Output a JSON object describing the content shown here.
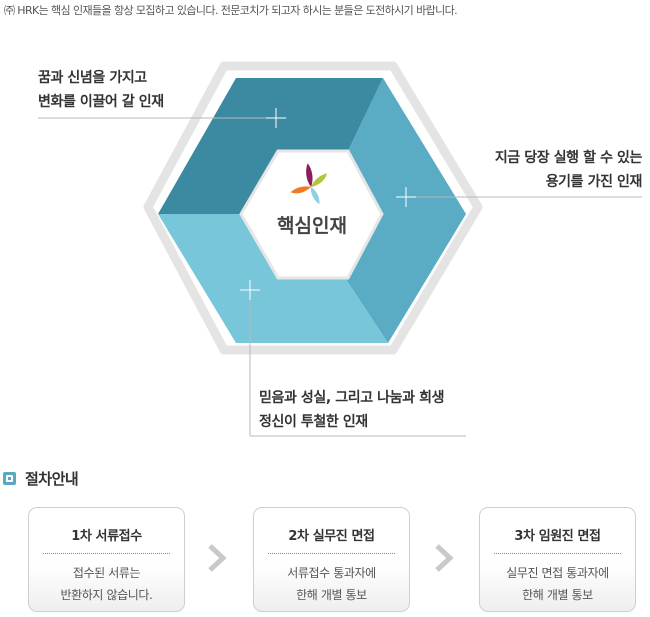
{
  "intro_text": "㈜ HRK는 핵심 인재들을 항상 모집하고 있습니다. 전문코치가 되고자 하시는 분들은 도전하시기 바랍니다.",
  "diagram": {
    "center_label": "핵심인재",
    "callouts": [
      {
        "line1": "꿈과 신념을 가지고",
        "line2": "변화를 이끌어 갈 인재"
      },
      {
        "line1": "지금 당장 실행 할 수 있는",
        "line2": "용기를 가진 인재"
      },
      {
        "line1": "믿음과 성실, 그리고 나눔과 희생",
        "line2": "정신이 투철한 인재"
      }
    ],
    "colors": {
      "top_left_segment": "#3b8aa2",
      "right_segment": "#5aacc5",
      "bottom_segment": "#77c6d9",
      "hex_border": "#e4e4e4"
    },
    "logo_colors": [
      "#8c1d5c",
      "#b1c63c",
      "#ee7a25",
      "#8fcfe0"
    ]
  },
  "procedure": {
    "title": "절차안내",
    "steps": [
      {
        "title": "1차 서류접수",
        "desc_line1": "접수된 서류는",
        "desc_line2": "반환하지 않습니다."
      },
      {
        "title": "2차 실무진 면접",
        "desc_line1": "서류접수 통과자에",
        "desc_line2": "한해 개별 통보"
      },
      {
        "title": "3차 임원진 면접",
        "desc_line1": "실무진 면접 통과자에",
        "desc_line2": "한해 개별 통보"
      }
    ]
  }
}
